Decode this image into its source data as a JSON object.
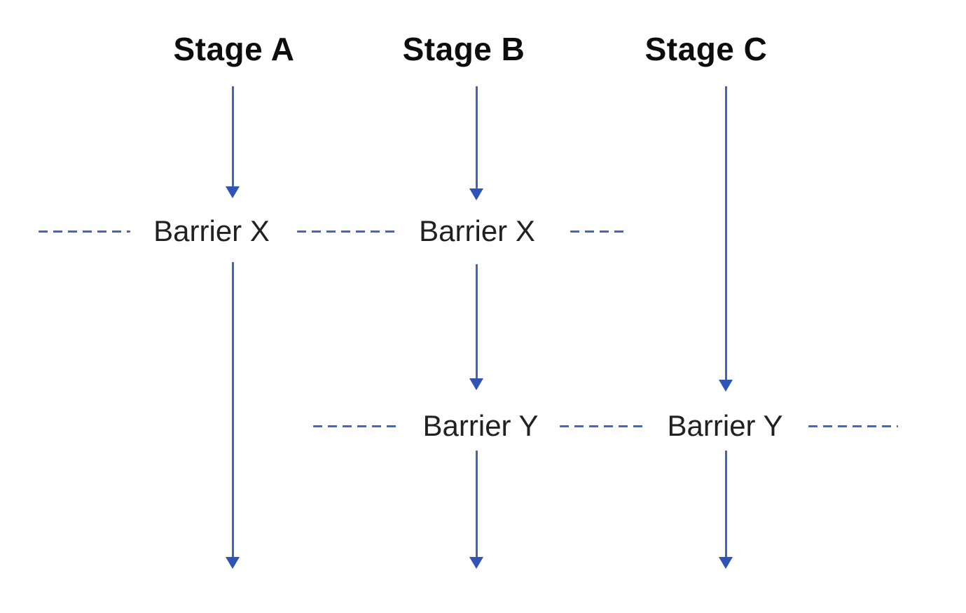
{
  "diagram": {
    "stage_headers": [
      {
        "label": "Stage A"
      },
      {
        "label": "Stage B"
      },
      {
        "label": "Stage C"
      }
    ],
    "barrier_x_labels": [
      {
        "label": "Barrier X"
      },
      {
        "label": "Barrier X"
      }
    ],
    "barrier_y_labels": [
      {
        "label": "Barrier Y"
      },
      {
        "label": "Barrier Y"
      }
    ]
  },
  "colors": {
    "arrow_blue": "#4061C6",
    "head_blue": "#3053B8",
    "dash_blue": "#4565CB",
    "header_text": "#0d0d0d",
    "label_text": "#212121",
    "background": "#ffffff"
  }
}
